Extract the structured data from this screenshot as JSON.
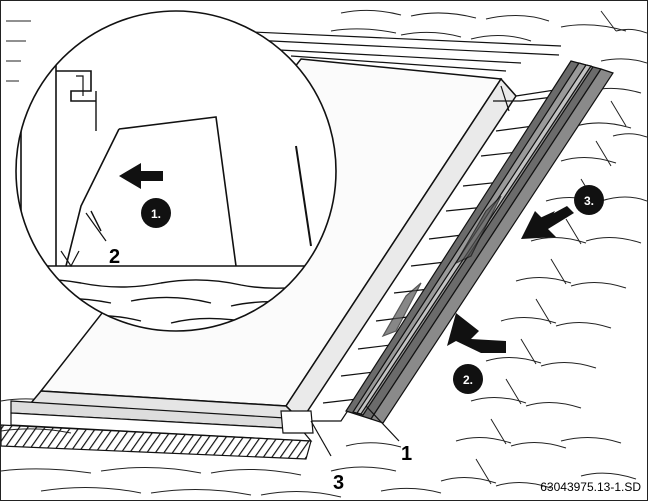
{
  "callouts": {
    "part_1": "1",
    "part_2": "2",
    "part_3": "3"
  },
  "steps": {
    "step_1": "1.",
    "step_2": "2.",
    "step_3": "3."
  },
  "drawing_code": "63043975.13-1.SD",
  "colors": {
    "line": "#111111",
    "flashing_dark": "#6b6b6b",
    "flashing_mid": "#9a9a9a",
    "flashing_light": "#c4c4c4",
    "step_circle": "#111111"
  },
  "icons": [
    "arrow-left-icon",
    "arrow-down-left-icon",
    "arrow-up-left-icon"
  ]
}
